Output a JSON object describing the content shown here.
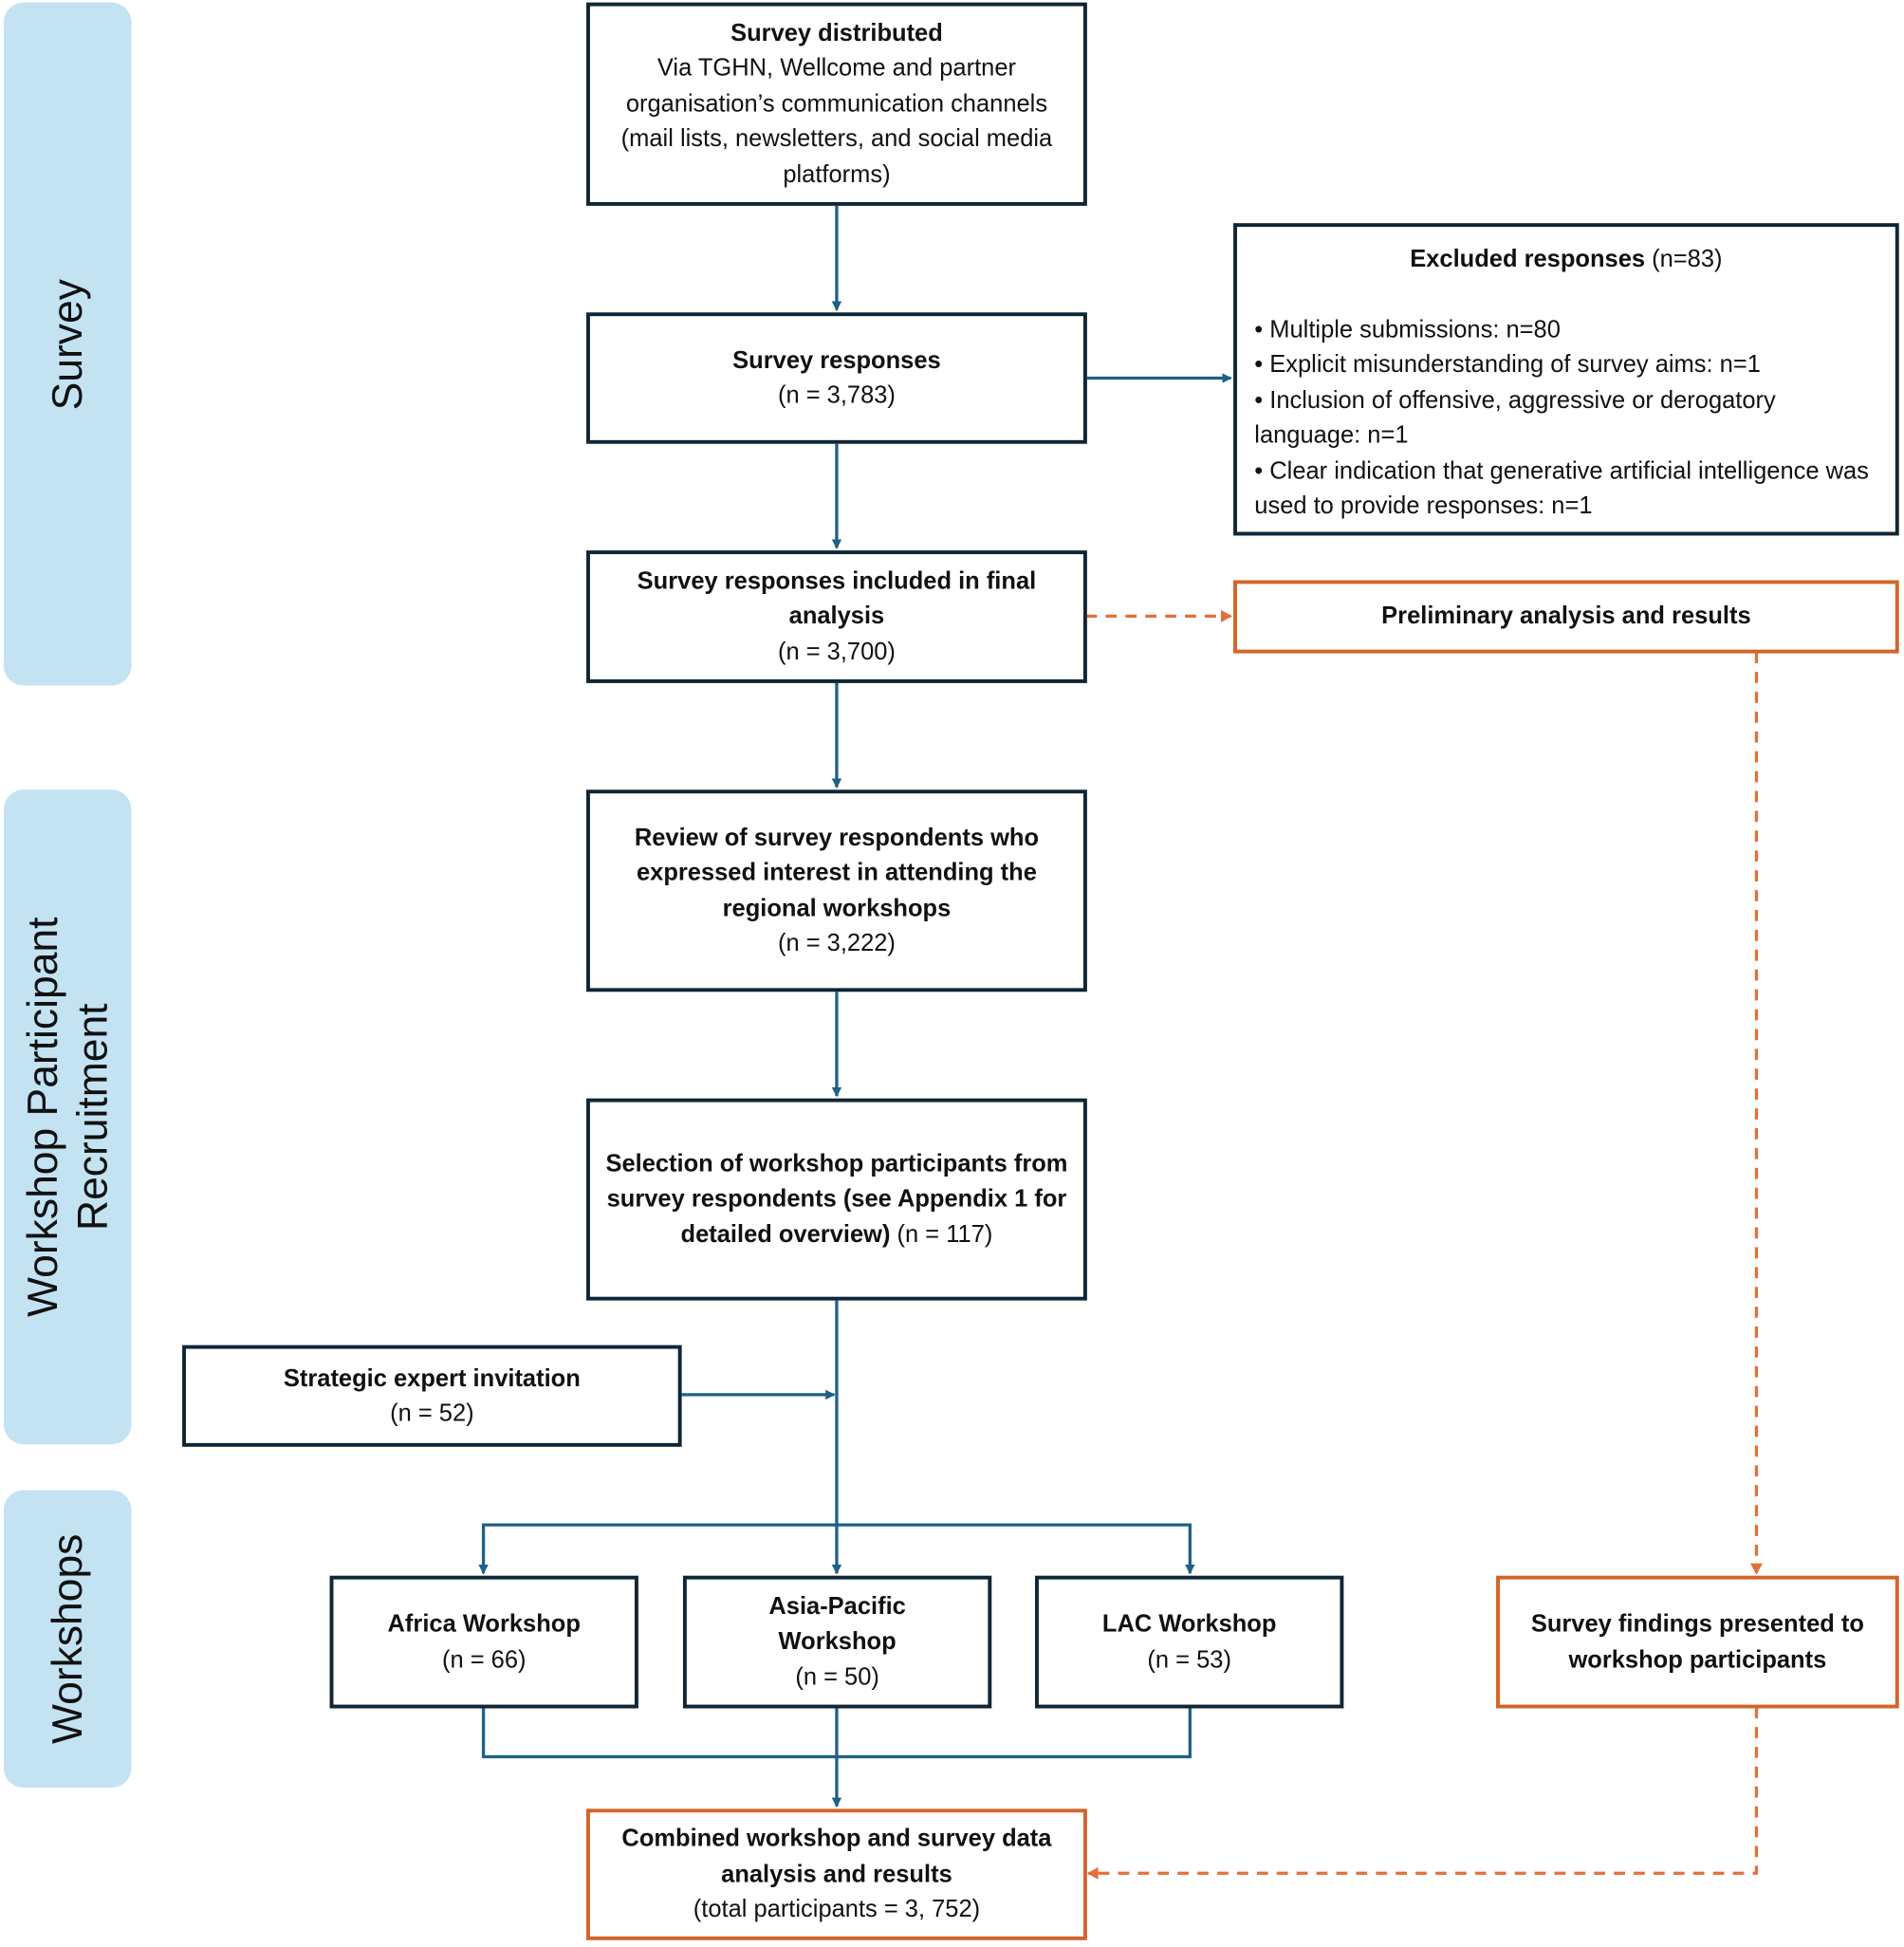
{
  "colors": {
    "band": "#c3e3f3",
    "box_border": "#0f2636",
    "arrow": "#1d6088",
    "accent_orange": "#d2652b"
  },
  "bands": {
    "survey": "Survey",
    "recruitment_line1": "Workshop Participant",
    "recruitment_line2": "Recruitment",
    "workshops": "Workshops"
  },
  "boxes": {
    "distributed": {
      "title": "Survey distributed",
      "body": "Via TGHN, Wellcome and partner organisation’s communication channels (mail lists, newsletters, and social media platforms)"
    },
    "responses": {
      "title": "Survey responses",
      "count": "(n = 3,783)"
    },
    "excluded": {
      "title": "Excluded responses",
      "count": "(n=83)",
      "items": [
        "• Multiple submissions: n=80",
        "• Explicit misunderstanding of survey aims: n=1",
        "• Inclusion of offensive, aggressive or derogatory language: n=1",
        "• Clear indication that generative artificial intelligence was used to provide responses: n=1"
      ]
    },
    "included": {
      "title": "Survey responses included in final analysis",
      "count": "(n = 3,700)"
    },
    "preliminary": {
      "title": "Preliminary analysis and results"
    },
    "review": {
      "title": "Review of survey respondents who expressed interest in attending the regional workshops",
      "count": "(n = 3,222)"
    },
    "selection": {
      "title": "Selection of workshop participants from survey respondents (see Appendix 1 for detailed overview)",
      "count": "(n = 117)"
    },
    "strategic": {
      "title": "Strategic expert invitation",
      "count": "(n = 52)"
    },
    "africa": {
      "title": "Africa Workshop",
      "count": "(n = 66)"
    },
    "asia": {
      "title": "Asia-Pacific Workshop",
      "count": "(n = 50)"
    },
    "lac": {
      "title": "LAC Workshop",
      "count": "(n = 53)"
    },
    "findings": {
      "title": "Survey findings presented to workshop participants"
    },
    "combined": {
      "title": "Combined workshop and survey data analysis and results",
      "count": "(total participants = 3, 752)"
    }
  }
}
